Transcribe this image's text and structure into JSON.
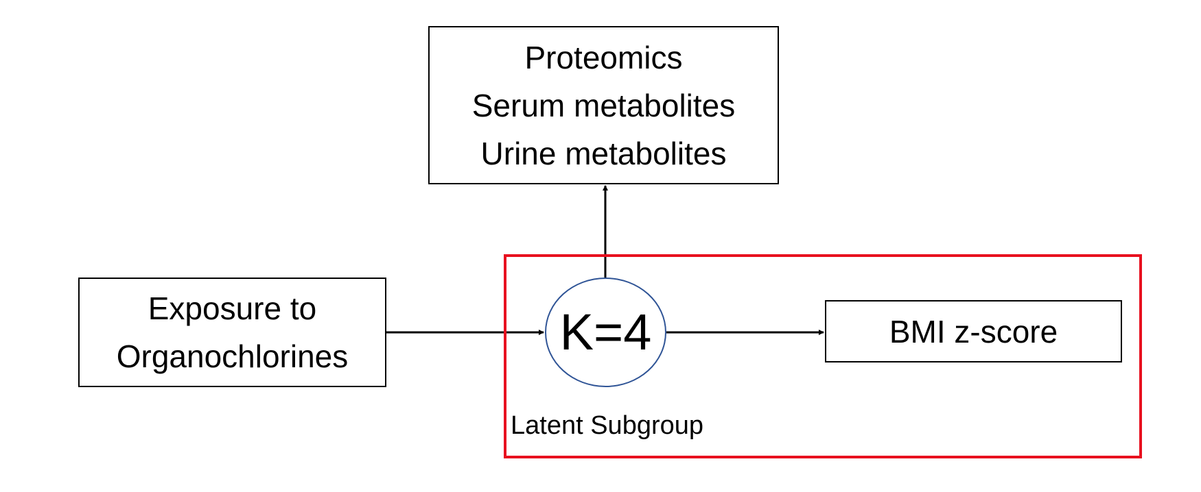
{
  "nodes": {
    "omics": {
      "lines": [
        "Proteomics",
        "Serum metabolites",
        "Urine metabolites"
      ]
    },
    "exposure": {
      "lines": [
        "Exposure to",
        "Organochlorines"
      ]
    },
    "latent": {
      "label": "K=4"
    },
    "outcome": {
      "label": "BMI z-score"
    }
  },
  "group": {
    "label": "Latent Subgroup"
  },
  "colors": {
    "box_border": "#000000",
    "group_border": "#e8101f",
    "node_border": "#2f5496",
    "edge": "#000000"
  },
  "edges": [
    {
      "from": "exposure",
      "to": "latent"
    },
    {
      "from": "latent",
      "to": "omics"
    },
    {
      "from": "latent",
      "to": "outcome"
    }
  ]
}
